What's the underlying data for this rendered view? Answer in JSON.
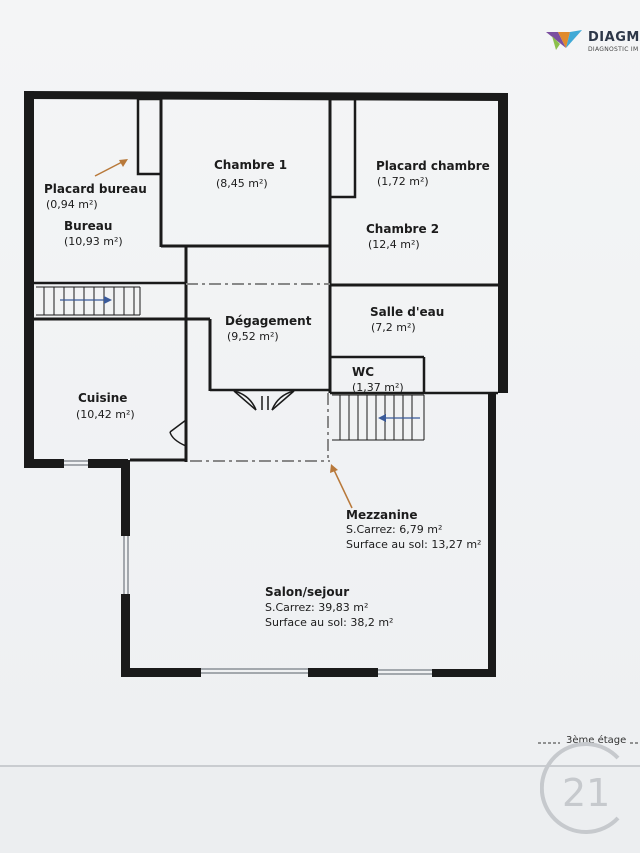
{
  "brand": {
    "name": "DIAGMA",
    "subtitle": "DIAGNOSTIC IM"
  },
  "rooms": {
    "placard_bureau": {
      "name": "Placard bureau",
      "area": "(0,94 m²)"
    },
    "bureau": {
      "name": "Bureau",
      "area": "(10,93 m²)"
    },
    "chambre1": {
      "name": "Chambre 1",
      "area": "(8,45 m²)"
    },
    "placard_chambre": {
      "name": "Placard chambre",
      "area": "(1,72 m²)"
    },
    "chambre2": {
      "name": "Chambre 2",
      "area": "(12,4 m²)"
    },
    "degagement": {
      "name": "Dégagement",
      "area": "(9,52 m²)"
    },
    "salle_deau": {
      "name": "Salle d'eau",
      "area": "(7,2 m²)"
    },
    "wc": {
      "name": "WC",
      "area": "(1,37 m²)"
    },
    "cuisine": {
      "name": "Cuisine",
      "area": "(10,42 m²)"
    },
    "mezzanine": {
      "name": "Mezzanine",
      "carrez": "S.Carrez: 6,79 m²",
      "sol": "Surface au sol: 13,27 m²"
    },
    "salon": {
      "name": "Salon/sejour",
      "carrez": "S.Carrez: 39,83 m²",
      "sol": "Surface au sol: 38,2 m²"
    }
  },
  "legend": "3ème étage",
  "watermark": "21",
  "colors": {
    "wall": "#1a1a1a",
    "arrow": "#b8793a",
    "stair_arrow": "#3a5a9a",
    "dash": "#888888"
  }
}
